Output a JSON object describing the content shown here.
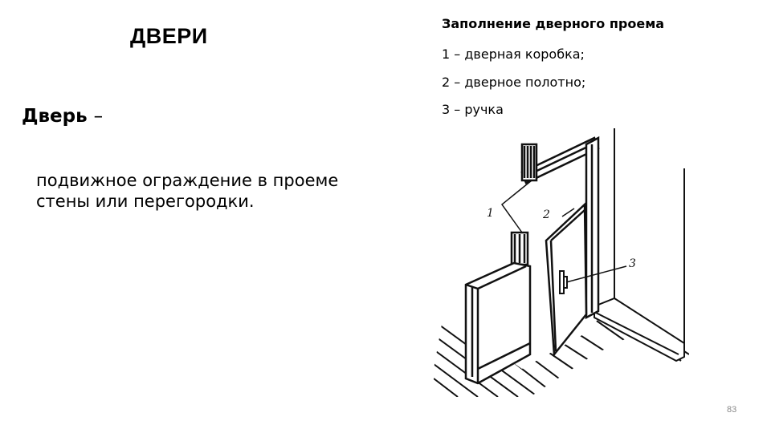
{
  "slide": {
    "title": "ДВЕРИ",
    "term": "Дверь",
    "term_dash": "–",
    "definition": "подвижное ограждение в проеме стены или перегородки.",
    "page_number": "83"
  },
  "figure_caption": {
    "title": "Заполнение дверного проема",
    "items": [
      "1 – дверная коробка;",
      "2 – дверное полотно;",
      "3 – ручка"
    ]
  },
  "figure": {
    "callouts": [
      "1",
      "2",
      "3"
    ]
  }
}
